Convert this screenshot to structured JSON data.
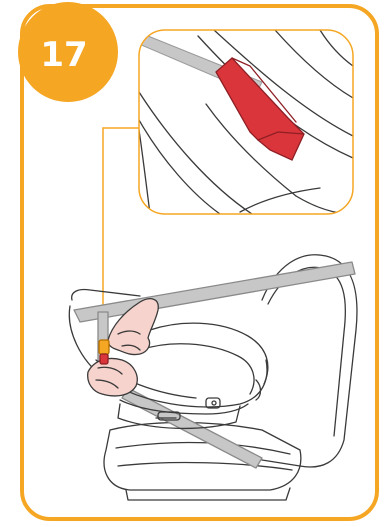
{
  "step": {
    "number": "17"
  },
  "colors": {
    "frame": "#f5a623",
    "badge": "#f5a623",
    "belt": "#bdbdbd",
    "clip": "#d9353b",
    "skin": "#f3c6bf",
    "line": "#3a3a3a"
  },
  "icons": [
    "step-badge",
    "detail-callout",
    "car-seat",
    "vehicle-seat",
    "seat-belt",
    "hands",
    "belt-clip"
  ]
}
